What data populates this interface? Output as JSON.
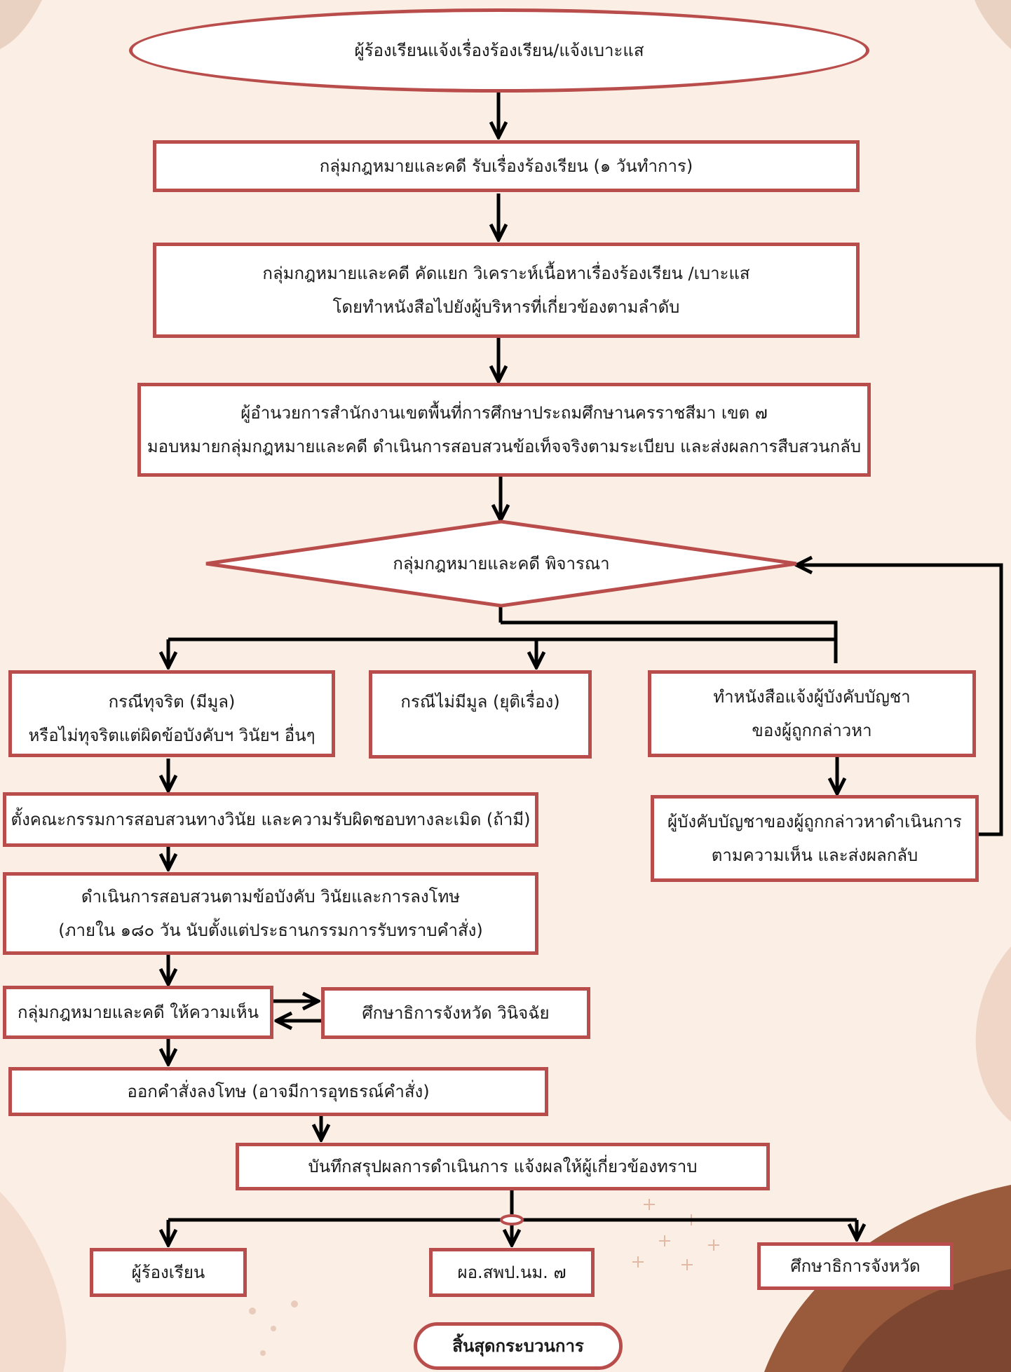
{
  "colors": {
    "border": "#b94d4b",
    "background": "#faeee5",
    "arrow": "#000000",
    "accent": "#8b4a34"
  },
  "nodes": {
    "complaint_start": {
      "lines": [
        "ผู้ร้องเรียนแจ้งเรื่องร้องเรียน/แจ้งเบาะแส"
      ]
    },
    "receive_complaint": {
      "lines": [
        "กลุ่มกฎหมายและคดี รับเรื่องร้องเรียน (๑ วันทำการ)"
      ]
    },
    "screen_complaint": {
      "lines": [
        "กลุ่มกฎหมายและคดี คัดแยก วิเคราะห์เนื้อหาเรื่องร้องเรียน /เบาะแส",
        "โดยทำหนังสือไปยังผู้บริหารที่เกี่ยวข้องตามลำดับ"
      ]
    },
    "director_assign": {
      "lines": [
        "ผู้อำนวยการสำนักงานเขตพื้นที่การศึกษาประถมศึกษานครราชสีมา เขต ๗",
        "มอบหมายกลุ่มกฎหมายและคดี ดำเนินการสอบสวนข้อเท็จจริงตามระเบียบ และส่งผลการสืบสวนกลับ"
      ]
    },
    "legal_consider": {
      "lines": [
        "กลุ่มกฎหมายและคดี พิจารณา"
      ]
    },
    "case_corrupt": {
      "lines": [
        "กรณีทุจริต (มีมูล)",
        "หรือไม่ทุจริตแต่ผิดข้อบังคับฯ วินัยฯ อื่นๆ"
      ]
    },
    "case_no_basis": {
      "lines": [
        "กรณีไม่มีมูล (ยุติเรื่อง)"
      ]
    },
    "notify_supervisor": {
      "lines": [
        "ทำหนังสือแจ้งผู้บังคับบัญชา",
        "ของผู้ถูกกล่าวหา"
      ]
    },
    "supervisor_action": {
      "lines": [
        "ผู้บังคับบัญชาของผู้ถูกกล่าวหาดำเนินการ",
        "ตามความเห็น และส่งผลกลับ"
      ]
    },
    "appoint_committee": {
      "lines": [
        "ตั้งคณะกรรมการสอบสวนทางวินัย และความรับผิดชอบทางละเมิด (ถ้ามี)"
      ]
    },
    "investigate": {
      "lines": [
        "ดำเนินการสอบสวนตามข้อบังคับ วินัยและการลงโทษ",
        "(ภายใน ๑๘๐ วัน นับตั้งแต่ประธานกรรมการรับทราบคำสั่ง)"
      ]
    },
    "legal_opinion": {
      "lines": [
        "กลุ่มกฎหมายและคดี ให้ความเห็น"
      ]
    },
    "provincial_decide": {
      "lines": [
        "ศึกษาธิการจังหวัด วินิจฉัย"
      ]
    },
    "issue_penalty": {
      "lines": [
        "ออกคำสั่งลงโทษ (อาจมีการอุทธรณ์คำสั่ง)"
      ]
    },
    "record_summary": {
      "lines": [
        "บันทึกสรุปผลการดำเนินการ แจ้งผลให้ผู้เกี่ยวข้องทราบ"
      ]
    },
    "complainant": {
      "lines": [
        "ผู้ร้องเรียน"
      ]
    },
    "office_director": {
      "lines": [
        "ผอ.สพป.นม. ๗"
      ]
    },
    "provincial_officer": {
      "lines": [
        "ศึกษาธิการจังหวัด"
      ]
    },
    "end_process": {
      "lines": [
        "สิ้นสุดกระบวนการ"
      ]
    }
  }
}
